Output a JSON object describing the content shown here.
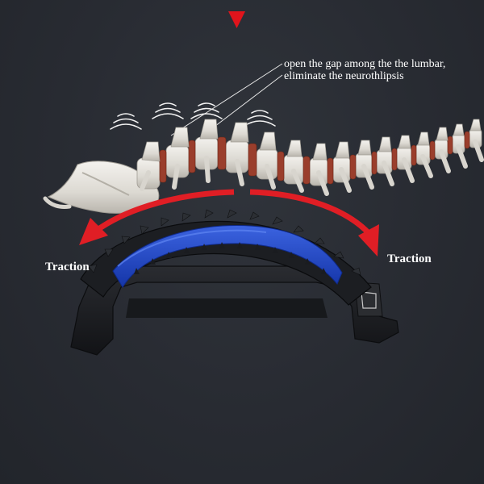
{
  "annotation": {
    "line1": "open the gap among the the lumbar,",
    "line2": "eliminate the neurothlipsis"
  },
  "traction_left": "Traction",
  "traction_right": "Traction",
  "colors": {
    "background": "#282b32",
    "marker": "#e0141c",
    "arrow": "#e01e25",
    "pad": "#1f48c9",
    "stretcher": "#1b1d21",
    "bone": "#e8e6e1",
    "disc": "#9a3e2c"
  },
  "icons": [
    "down-triangle-marker",
    "vibration-wave-icon"
  ]
}
